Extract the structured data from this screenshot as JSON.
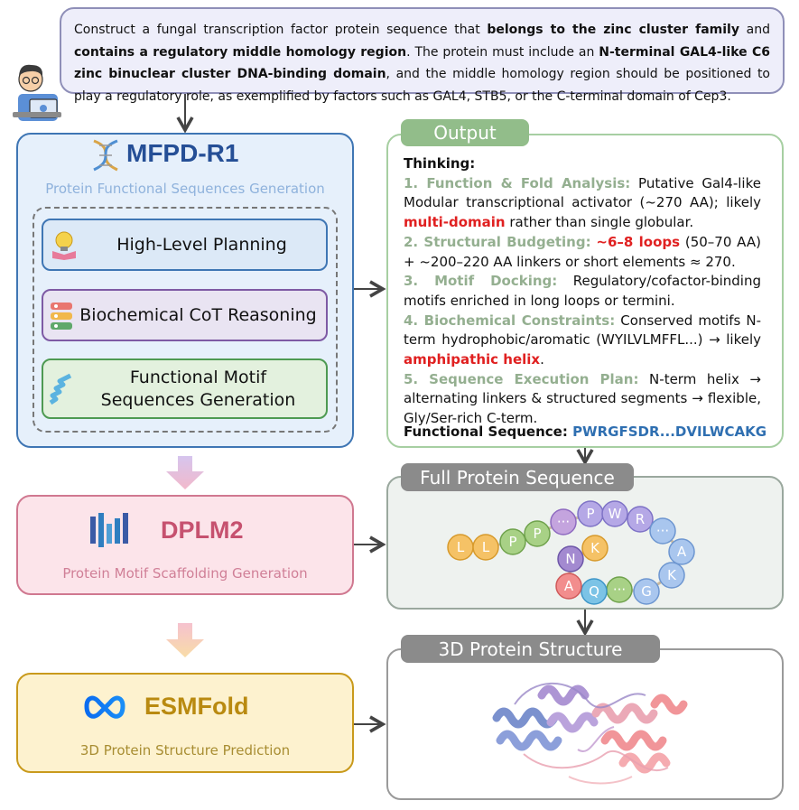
{
  "prompt": {
    "t1": "Construct a fungal transcription factor protein sequence that ",
    "b1": "belongs to the zinc cluster family",
    "t2": " and ",
    "b2": "contains a regulatory middle homology region",
    "t3": ". The protein must include an ",
    "b3": "N-terminal GAL4-like C6 zinc binuclear cluster DNA-binding domain",
    "t4": ", and the middle homology region should be positioned to play a regulatory role, as exemplified by factors such as GAL4, STB5, or the C-terminal domain of Cep3."
  },
  "mfpd": {
    "title": "MFPD-R1",
    "subtitle": "Protein Functional Sequences Generation",
    "steps": [
      "High-Level Planning",
      "Biochemical CoT Reasoning",
      "Functional Motif",
      "Sequences Generation"
    ]
  },
  "dplm": {
    "title": "DPLM2",
    "subtitle": "Protein Motif Scaffolding Generation"
  },
  "esm": {
    "title": "ESMFold",
    "subtitle": "3D Protein Structure Prediction"
  },
  "output": {
    "tag": "Output",
    "thinking": "Thinking:",
    "s1_head": "1. Function & Fold Analysis:",
    "s1_a": " Putative Gal4-like Modular transcriptional activator (~270 AA); likely ",
    "s1_red": "multi-domain",
    "s1_b": " rather than single globular.",
    "s2_head": "2. Structural Budgeting:",
    "s2_red": "~6–8 loops",
    "s2_b": " (50–70 AA) + ~200–220 AA linkers or short elements ≈ 270.",
    "s3_head": "3. Motif Docking:",
    "s3_b": " Regulatory/cofactor-binding motifs enriched in long loops or termini.",
    "s4_head": "4. Biochemical Constraints:",
    "s4_a": " Conserved motifs N-term hydrophobic/aromatic (WYILVLMFFL...) → likely ",
    "s4_red": "amphipathic helix",
    "s4_b": ".",
    "s5_head": "5. Sequence Execution Plan:",
    "s5_b": " N-term helix → alternating linkers & structured segments → flexible, Gly/Ser-rich C-term.",
    "fs_label": "Functional Sequence: ",
    "fs_value": "PWRGFSDR...DVILWCAKG"
  },
  "full": {
    "tag": "Full Protein Sequence",
    "beads": [
      "L",
      "L",
      "P",
      "P",
      "···",
      "P",
      "W",
      "R",
      "···",
      "A",
      "K",
      "G",
      "···",
      "Q",
      "A",
      "N",
      "K"
    ]
  },
  "structure": {
    "tag": "3D Protein Structure"
  },
  "colors": {
    "mfpd_border": "#3f76b4",
    "output_border": "#a7cfa2",
    "dplm_border": "#d07890",
    "esm_border": "#c99a1c"
  }
}
